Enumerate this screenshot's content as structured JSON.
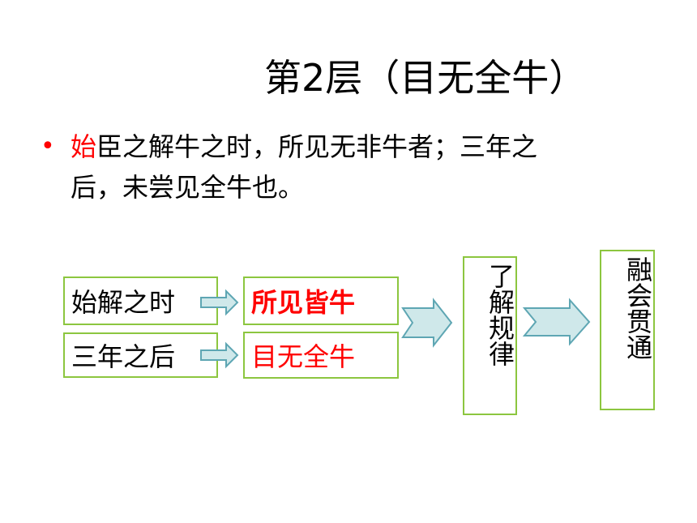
{
  "slide": {
    "title": "第2层（目无全牛）",
    "bullet": {
      "marker": "•",
      "highlight": "始",
      "text_line1": "臣之解牛之时，所见无非牛者；三年之",
      "text_line2": "后，未尝见全牛也。"
    }
  },
  "diagram": {
    "row1": {
      "left_label": "始解之时",
      "right_label": "所见皆牛"
    },
    "row2": {
      "left_label": "三年之后",
      "right_label": "目无全牛"
    },
    "stage1": "了解规律",
    "stage2": "融会贯通"
  },
  "colors": {
    "box_border": "#8cc63f",
    "arrow_fill": "#cfe8ea",
    "arrow_stroke": "#5ea6b3",
    "highlight_text": "#ff0000"
  }
}
